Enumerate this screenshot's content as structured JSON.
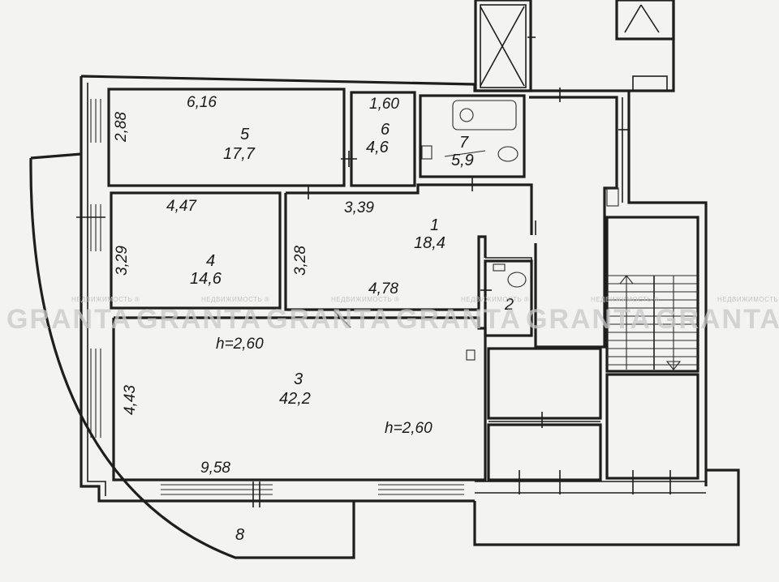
{
  "rooms": [
    {
      "id": "1",
      "area": "18,4"
    },
    {
      "id": "2",
      "area": ""
    },
    {
      "id": "3",
      "area": "42,2"
    },
    {
      "id": "4",
      "area": "14,6"
    },
    {
      "id": "5",
      "area": "17,7"
    },
    {
      "id": "6",
      "area": "4,6"
    },
    {
      "id": "7",
      "area": "5,9"
    },
    {
      "id": "8",
      "area": ""
    }
  ],
  "dimensions": {
    "room5_width": "6,16",
    "room5_depth": "2,88",
    "room6_width": "1,60",
    "room4_width": "4,47",
    "room4_depth": "3,29",
    "room1_depth": "3,28",
    "room1_width": "3,39",
    "room1_length": "4,78",
    "room3_depth": "4,43",
    "room3_width": "9,58"
  },
  "heights": [
    "h=2,60",
    "h=2,60"
  ],
  "watermark": {
    "brand": "GRANTA",
    "tagline": "НЕДВИЖИМОСТЬ ®"
  }
}
